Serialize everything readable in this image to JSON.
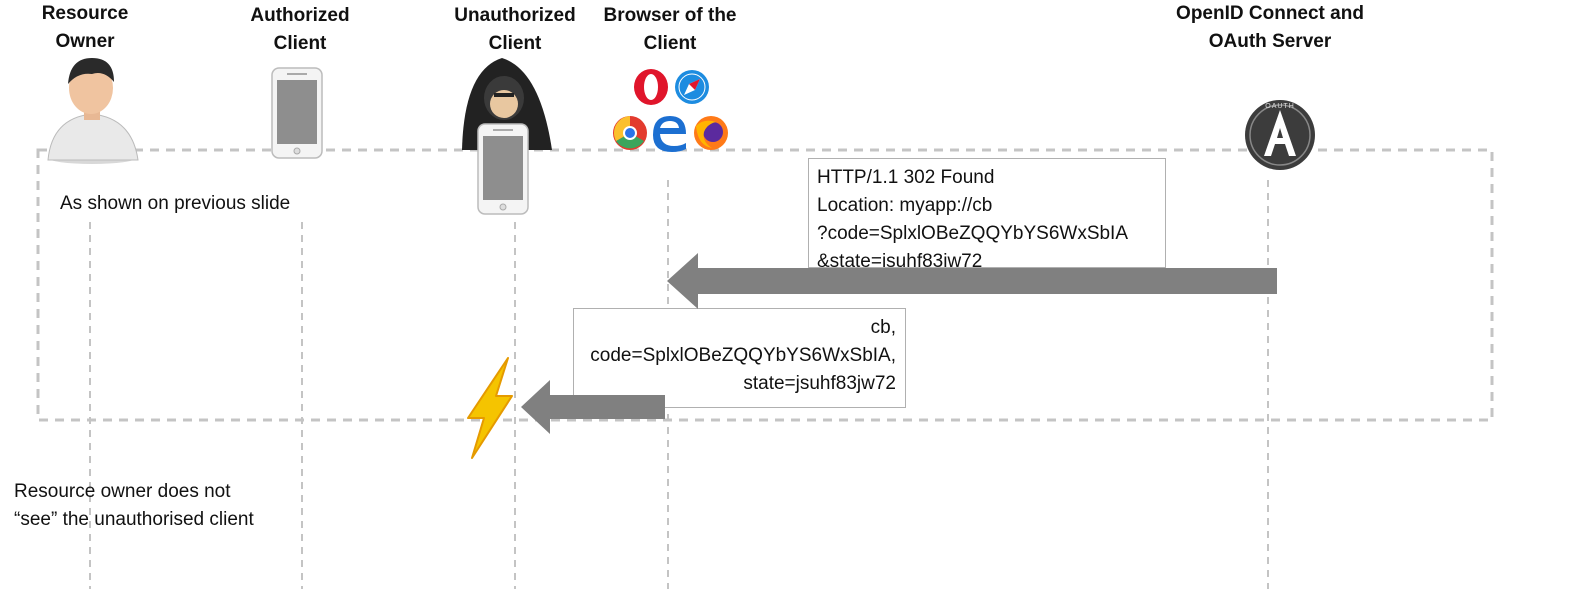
{
  "actors": [
    {
      "line1": "Resource",
      "line2": "Owner"
    },
    {
      "line1": "Authorized",
      "line2": "Client"
    },
    {
      "line1": "Unauthorized",
      "line2": "Client"
    },
    {
      "line1": "Browser of the",
      "line2": "Client"
    },
    {
      "line1": "OpenID Connect and",
      "line2": "OAuth Server"
    }
  ],
  "notes": {
    "previous_slide": "As shown on previous slide",
    "owner_line1": "Resource owner does not",
    "owner_line2": "“see” the unauthorised client"
  },
  "redirect_message": {
    "lines": [
      "HTTP/1.1 302 Found",
      "Location: myapp://cb",
      "?code=SplxlOBeZQQYbYS6WxSbIA",
      "&state=jsuhf83jw72"
    ]
  },
  "callback_message": {
    "lines": [
      "cb,",
      "code=SplxlOBeZQQYbYS6WxSbIA,",
      "state=jsuhf83jw72"
    ]
  },
  "server_logo": {
    "top_text": "OAUTH",
    "letter": "A"
  },
  "colors": {
    "arrow": "#808080",
    "dashed": "#bdbdbd",
    "lightning": "#f5c400"
  }
}
